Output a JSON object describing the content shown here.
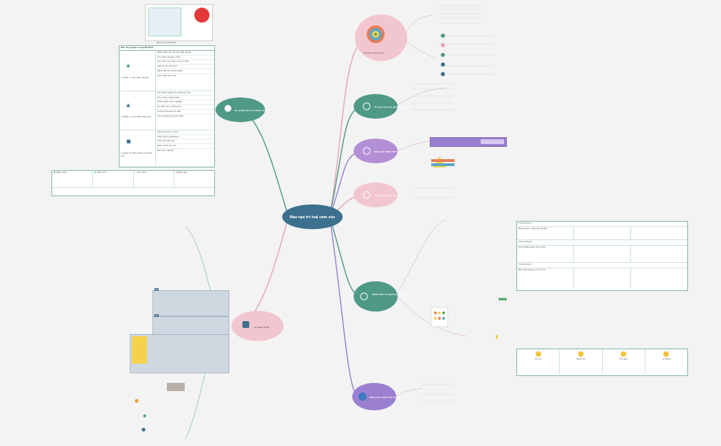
{
  "center": {
    "title": "Đào tạo trí tuệ cảm xúc"
  },
  "branches": [
    {
      "label": "Quyền tự chủ là gì?",
      "color": "#f2c6cf"
    },
    {
      "label": "Trí tuệ cảm xúc gồm những gì?",
      "color": "#e8a0b4"
    },
    {
      "label": "Năng lực nhận thức xã hội",
      "color": "#b38fd6"
    },
    {
      "label": "Tự quản lý cảm xúc",
      "color": "#f2c6cf"
    },
    {
      "label": "Nhận thức và quản lý cảm xúc",
      "color": "#4f9a87"
    },
    {
      "label": "Nâng cao nhận thức xã hội",
      "color": "#9b7fd0"
    },
    {
      "label": "Ra quyết định có trách nhiệm",
      "color": "#4f9a87"
    },
    {
      "label": "Kỹ năng xã hội",
      "color": "#f2c6cf"
    }
  ],
  "left_table": {
    "title": "Bảo hộ quyền ra quyết định",
    "rows": [
      {
        "stage": "1. Bước 1: Xác định vấn đề",
        "items": [
          "Nhận diện vấn đề cần giải quyết",
          "Tìm hiểu nguyên nhân",
          "Xác định mục tiêu mong muốn",
          "Liệt kê các lựa chọn",
          "Đánh giá ưu nhược điểm",
          "Cân nhắc hậu quả"
        ]
      },
      {
        "stage": "2. Bước 2: Thu thập thông tin",
        "items": [
          "Tìm kiếm nguồn tin đáng tin cậy",
          "Hỏi ý kiến người khác",
          "Tham khảo kinh nghiệm",
          "So sánh các phương án",
          "Loại bỏ phương án kém",
          "Chọn phương án tốt nhất"
        ]
      },
      {
        "stage": "3. Bước 3: Hành động và đánh giá",
        "items": [
          "Lập kế hoạch cụ thể",
          "Thực hiện quyết định",
          "Theo dõi kết quả",
          "Điều chỉnh khi cần",
          "Rút kinh nghiệm"
        ]
      }
    ],
    "footer": [
      "Nhận diện",
      "Phân tích",
      "Lựa chọn",
      "Đánh giá"
    ]
  },
  "right_table": {
    "headers": [
      "Tình huống 1",
      "Tình huống 2",
      "Tình huống 3"
    ],
    "notes": [
      "Bạn bị bạn cùng lớp chê bai",
      "Em bị điểm kém môn Toán",
      "Bạn thân không rủ đi chơi"
    ]
  },
  "emotions": [
    "Vui vẻ",
    "Buồn bã",
    "Tức giận",
    "Lo lắng"
  ],
  "top_image_caption": "Biểu đồ quyết định",
  "icons": [
    "brain-icon",
    "turtle-icon",
    "gear-icon",
    "globe-icon",
    "thought-icon"
  ]
}
